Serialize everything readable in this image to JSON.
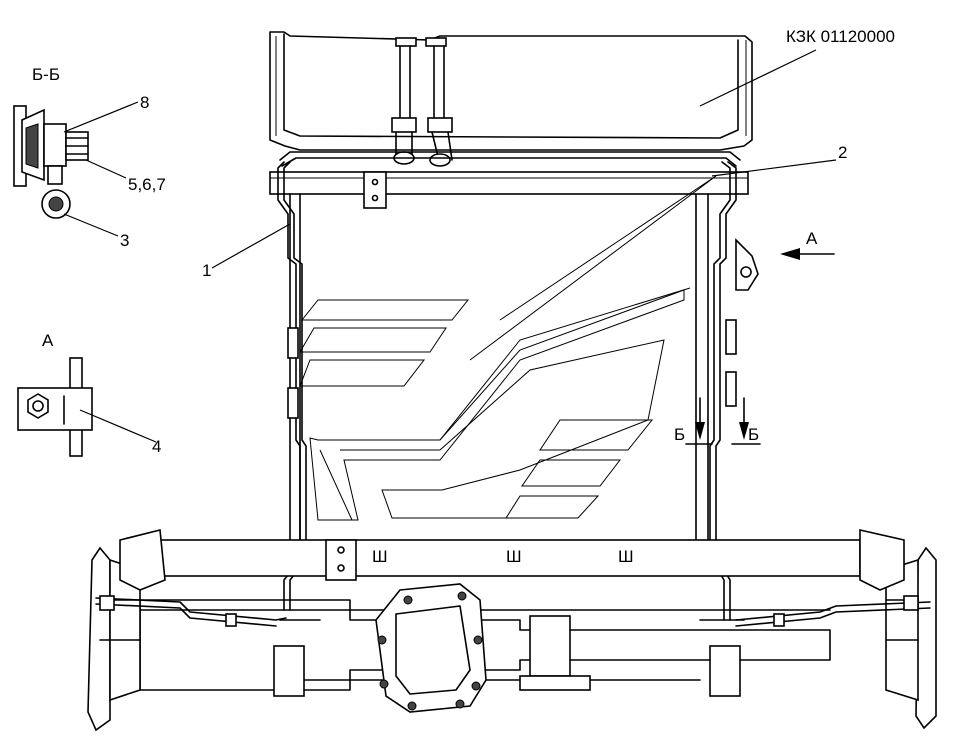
{
  "drawing": {
    "part_number": "КЗК 01120000",
    "section_title": "Б-Б",
    "view_title": "А",
    "view_arrow_label": "А",
    "section_mark_left": "Б",
    "section_mark_right": "Б",
    "callouts": {
      "c1": "1",
      "c2": "2",
      "c3": "3",
      "c4": "4",
      "c567": "5,6,7",
      "c8": "8"
    }
  }
}
